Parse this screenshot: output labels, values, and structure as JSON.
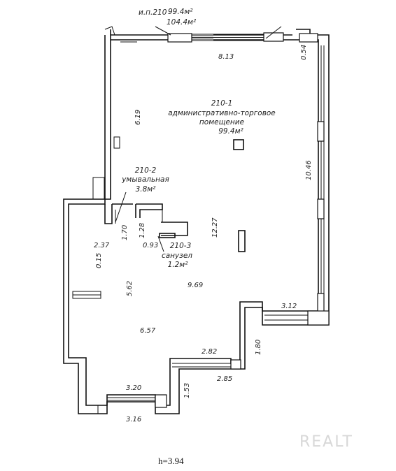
{
  "header": {
    "unit_name": "и.п.210",
    "area_1": "99.4м²",
    "area_2": "104.4м²"
  },
  "rooms": [
    {
      "id": "210-1",
      "name": "административно-торговое",
      "name2": "помещение",
      "area": "99.4м²"
    },
    {
      "id": "210-2",
      "name": "умывальная",
      "area": "3.8м²"
    },
    {
      "id": "210-3",
      "name": "санузел",
      "area": "1.2м²"
    }
  ],
  "dimensions": {
    "d_8_13": "8.13",
    "d_0_54": "0.54",
    "d_6_19": "6.19",
    "d_10_46": "10.46",
    "d_1_70": "1.70",
    "d_1_28": "1.28",
    "d_12_27": "12.27",
    "d_2_37": "2.37",
    "d_0_93": "0.93",
    "d_0_15": "0.15",
    "d_5_62": "5.62",
    "d_9_69": "9.69",
    "d_3_12": "3.12",
    "d_6_57": "6.57",
    "d_1_80": "1.80",
    "d_2_82": "2.82",
    "d_2_85": "2.85",
    "d_3_20": "3.20",
    "d_1_53": "1.53",
    "d_3_16": "3.16"
  },
  "footer": {
    "height_note": "h=3.94",
    "watermark": "REALT"
  }
}
